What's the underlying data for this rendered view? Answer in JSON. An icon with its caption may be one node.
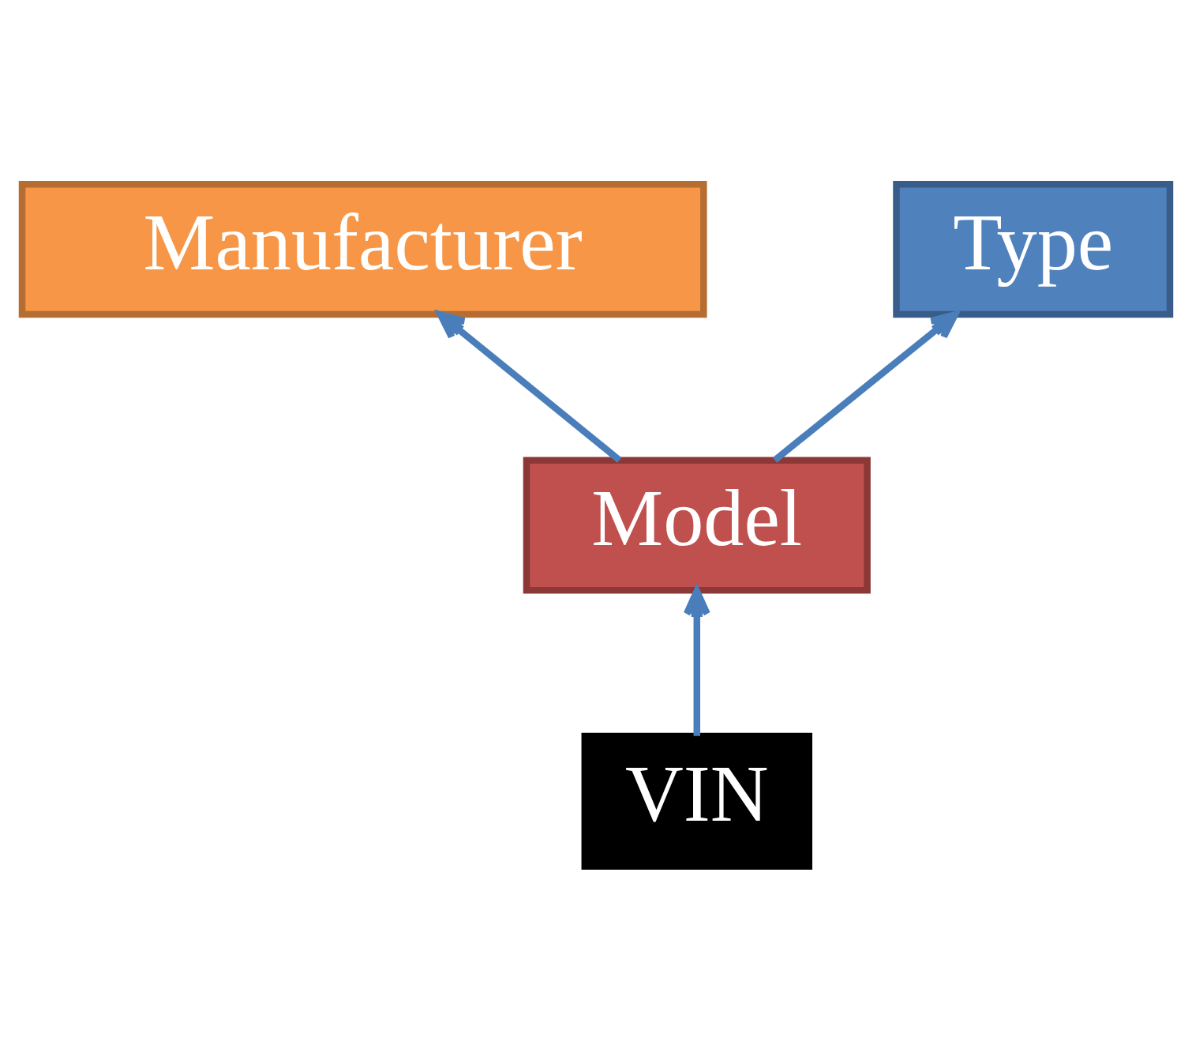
{
  "diagram": {
    "nodes": [
      {
        "text": [
          "Manufacturer"
        ]
      },
      {
        "text": [
          "Type"
        ]
      },
      {
        "text": [
          "Model"
        ]
      },
      {
        "text": [
          "VIN"
        ]
      }
    ],
    "edges": [
      {
        "from": 2,
        "to": 0,
        "arrow": "to"
      },
      {
        "from": 2,
        "to": 1,
        "arrow": "to"
      },
      {
        "from": 3,
        "to": 2,
        "arrow": "to"
      }
    ]
  }
}
